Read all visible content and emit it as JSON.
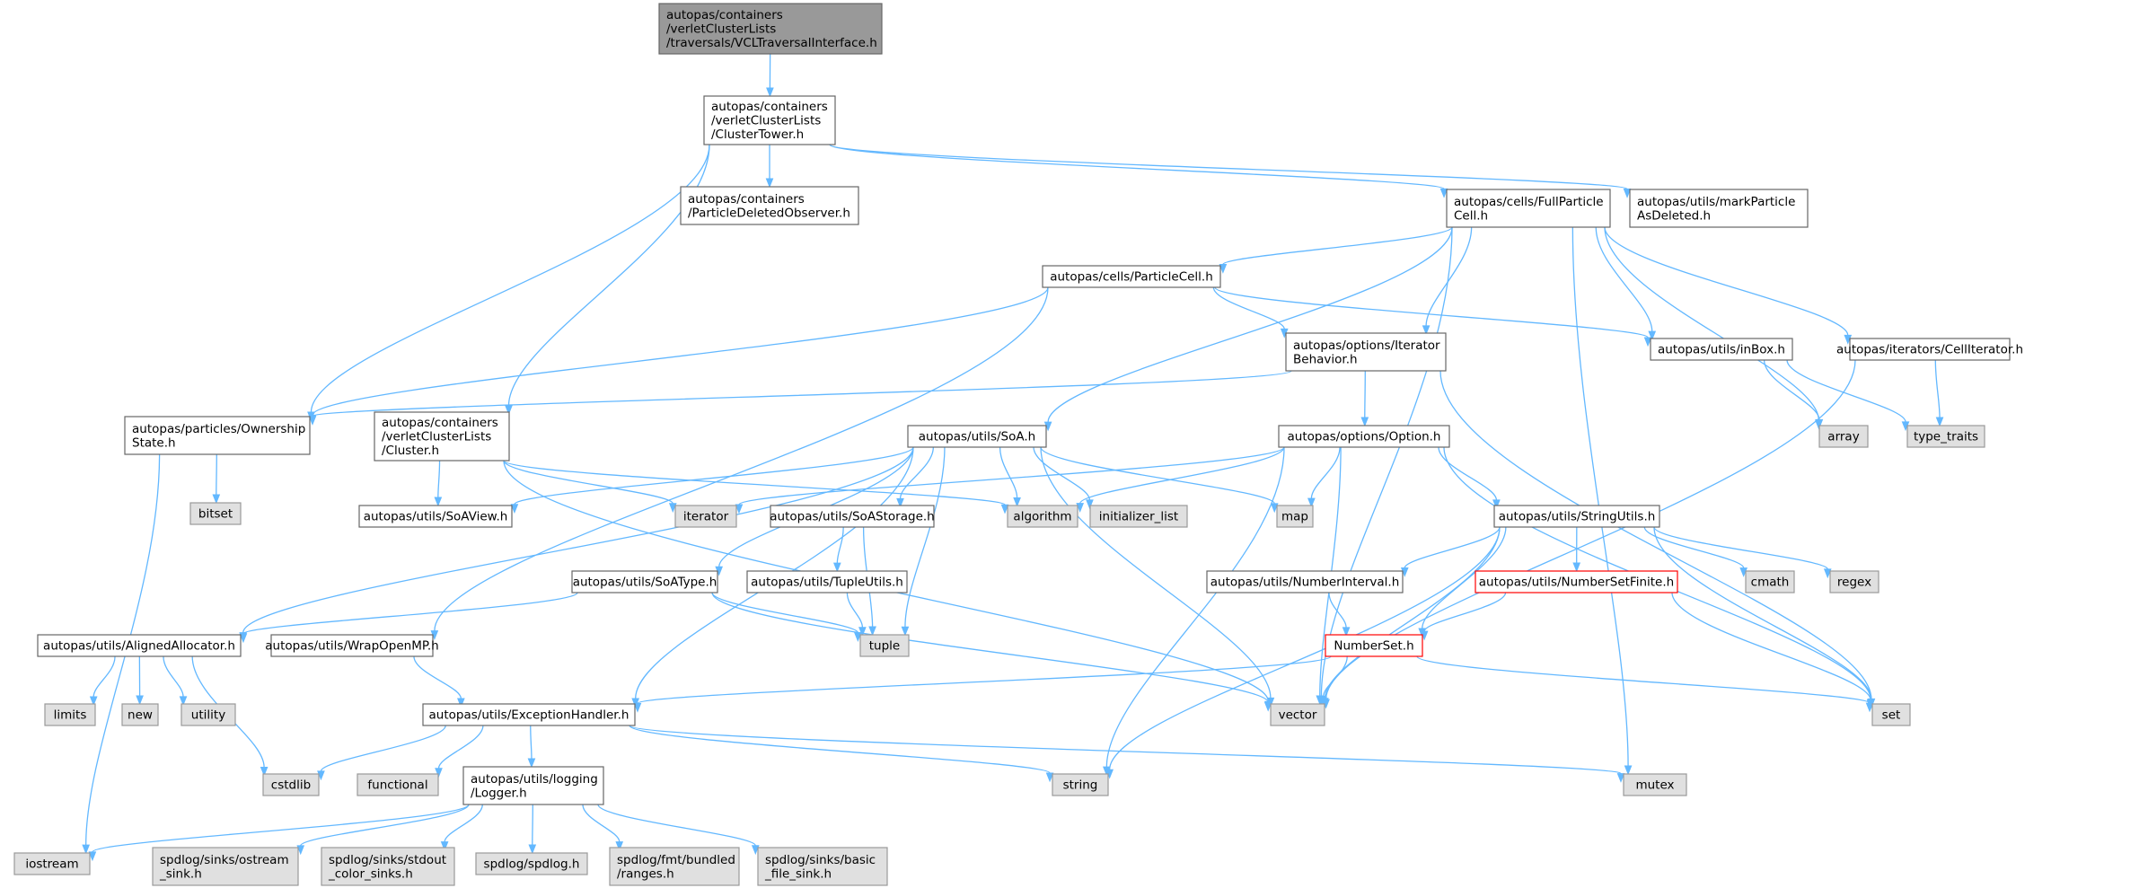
{
  "graph": {
    "colors": {
      "root_fill": "#999999",
      "root_stroke": "#666666",
      "header_fill": "#ffffff",
      "header_stroke": "#666666",
      "system_fill": "#e0e0e0",
      "system_stroke": "#999999",
      "truncated_stroke": "#ff0000",
      "edge": "#63b8ff"
    },
    "nodes": [
      {
        "id": "root",
        "kind": "root",
        "lines": [
          "autopas/containers",
          "/verletClusterLists",
          "/traversals/VCLTraversalInterface.h"
        ]
      },
      {
        "id": "clustertower",
        "kind": "header",
        "lines": [
          "autopas/containers",
          "/verletClusterLists",
          "/ClusterTower.h"
        ]
      },
      {
        "id": "pdo",
        "kind": "header",
        "lines": [
          "autopas/containers",
          "/ParticleDeletedObserver.h"
        ]
      },
      {
        "id": "fpc",
        "kind": "header",
        "lines": [
          "autopas/cells/FullParticle",
          "Cell.h"
        ]
      },
      {
        "id": "markdel",
        "kind": "header",
        "lines": [
          "autopas/utils/markParticle",
          "AsDeleted.h"
        ]
      },
      {
        "id": "particlecell",
        "kind": "header",
        "lines": [
          "autopas/cells/ParticleCell.h"
        ]
      },
      {
        "id": "iterbeh",
        "kind": "header",
        "lines": [
          "autopas/options/Iterator",
          "Behavior.h"
        ]
      },
      {
        "id": "inbox",
        "kind": "header",
        "lines": [
          "autopas/utils/inBox.h"
        ]
      },
      {
        "id": "celliter",
        "kind": "header",
        "lines": [
          "autopas/iterators/CellIterator.h"
        ]
      },
      {
        "id": "ownership",
        "kind": "header",
        "lines": [
          "autopas/particles/Ownership",
          "State.h"
        ]
      },
      {
        "id": "cluster",
        "kind": "header",
        "lines": [
          "autopas/containers",
          "/verletClusterLists",
          "/Cluster.h"
        ]
      },
      {
        "id": "soa",
        "kind": "header",
        "lines": [
          "autopas/utils/SoA.h"
        ]
      },
      {
        "id": "option",
        "kind": "header",
        "lines": [
          "autopas/options/Option.h"
        ]
      },
      {
        "id": "array",
        "kind": "system",
        "lines": [
          "array"
        ]
      },
      {
        "id": "type_traits",
        "kind": "system",
        "lines": [
          "type_traits"
        ]
      },
      {
        "id": "bitset",
        "kind": "system",
        "lines": [
          "bitset"
        ]
      },
      {
        "id": "soaview",
        "kind": "header",
        "lines": [
          "autopas/utils/SoAView.h"
        ]
      },
      {
        "id": "iterator",
        "kind": "system",
        "lines": [
          "iterator"
        ]
      },
      {
        "id": "soastorage",
        "kind": "header",
        "lines": [
          "autopas/utils/SoAStorage.h"
        ]
      },
      {
        "id": "algorithm",
        "kind": "system",
        "lines": [
          "algorithm"
        ]
      },
      {
        "id": "initlist",
        "kind": "system",
        "lines": [
          "initializer_list"
        ]
      },
      {
        "id": "map",
        "kind": "system",
        "lines": [
          "map"
        ]
      },
      {
        "id": "stringutils",
        "kind": "header",
        "lines": [
          "autopas/utils/StringUtils.h"
        ]
      },
      {
        "id": "soatype",
        "kind": "header",
        "lines": [
          "autopas/utils/SoAType.h"
        ]
      },
      {
        "id": "tupleutils",
        "kind": "header",
        "lines": [
          "autopas/utils/TupleUtils.h"
        ]
      },
      {
        "id": "numinterval",
        "kind": "header",
        "lines": [
          "autopas/utils/NumberInterval.h"
        ]
      },
      {
        "id": "numsetfinite",
        "kind": "truncated",
        "lines": [
          "autopas/utils/NumberSetFinite.h"
        ]
      },
      {
        "id": "cmath",
        "kind": "system",
        "lines": [
          "cmath"
        ]
      },
      {
        "id": "regex",
        "kind": "system",
        "lines": [
          "regex"
        ]
      },
      {
        "id": "tuple",
        "kind": "system",
        "lines": [
          "tuple"
        ]
      },
      {
        "id": "alignedalloc",
        "kind": "header",
        "lines": [
          "autopas/utils/AlignedAllocator.h"
        ]
      },
      {
        "id": "wrapomp",
        "kind": "header",
        "lines": [
          "autopas/utils/WrapOpenMP.h"
        ]
      },
      {
        "id": "numberset",
        "kind": "truncated",
        "lines": [
          "NumberSet.h"
        ]
      },
      {
        "id": "limits",
        "kind": "system",
        "lines": [
          "limits"
        ]
      },
      {
        "id": "new",
        "kind": "system",
        "lines": [
          "new"
        ]
      },
      {
        "id": "utility",
        "kind": "system",
        "lines": [
          "utility"
        ]
      },
      {
        "id": "exception",
        "kind": "header",
        "lines": [
          "autopas/utils/ExceptionHandler.h"
        ]
      },
      {
        "id": "vector",
        "kind": "system",
        "lines": [
          "vector"
        ]
      },
      {
        "id": "set",
        "kind": "system",
        "lines": [
          "set"
        ]
      },
      {
        "id": "cstdlib",
        "kind": "system",
        "lines": [
          "cstdlib"
        ]
      },
      {
        "id": "functional",
        "kind": "system",
        "lines": [
          "functional"
        ]
      },
      {
        "id": "logger",
        "kind": "header",
        "lines": [
          "autopas/utils/logging",
          "/Logger.h"
        ]
      },
      {
        "id": "string",
        "kind": "system",
        "lines": [
          "string"
        ]
      },
      {
        "id": "mutex",
        "kind": "system",
        "lines": [
          "mutex"
        ]
      },
      {
        "id": "iostream",
        "kind": "system",
        "lines": [
          "iostream"
        ]
      },
      {
        "id": "ostream_sink",
        "kind": "system",
        "lines": [
          "spdlog/sinks/ostream",
          "_sink.h"
        ]
      },
      {
        "id": "stdout_sinks",
        "kind": "system",
        "lines": [
          "spdlog/sinks/stdout",
          "_color_sinks.h"
        ]
      },
      {
        "id": "spdlog",
        "kind": "system",
        "lines": [
          "spdlog/spdlog.h"
        ]
      },
      {
        "id": "ranges",
        "kind": "system",
        "lines": [
          "spdlog/fmt/bundled",
          "/ranges.h"
        ]
      },
      {
        "id": "basic_sink",
        "kind": "system",
        "lines": [
          "spdlog/sinks/basic",
          "_file_sink.h"
        ]
      }
    ],
    "edges": [
      [
        "root",
        "clustertower"
      ],
      [
        "clustertower",
        "pdo"
      ],
      [
        "clustertower",
        "fpc"
      ],
      [
        "clustertower",
        "markdel"
      ],
      [
        "clustertower",
        "ownership"
      ],
      [
        "clustertower",
        "cluster"
      ],
      [
        "fpc",
        "particlecell"
      ],
      [
        "fpc",
        "iterbeh"
      ],
      [
        "fpc",
        "inbox"
      ],
      [
        "fpc",
        "celliter"
      ],
      [
        "fpc",
        "soa"
      ],
      [
        "fpc",
        "array"
      ],
      [
        "fpc",
        "vector"
      ],
      [
        "fpc",
        "mutex"
      ],
      [
        "particlecell",
        "ownership"
      ],
      [
        "particlecell",
        "iterbeh"
      ],
      [
        "particlecell",
        "inbox"
      ],
      [
        "particlecell",
        "wrapomp"
      ],
      [
        "iterbeh",
        "ownership"
      ],
      [
        "iterbeh",
        "option"
      ],
      [
        "iterbeh",
        "set"
      ],
      [
        "inbox",
        "array"
      ],
      [
        "inbox",
        "type_traits"
      ],
      [
        "celliter",
        "type_traits"
      ],
      [
        "celliter",
        "vector"
      ],
      [
        "ownership",
        "bitset"
      ],
      [
        "ownership",
        "iostream"
      ],
      [
        "cluster",
        "soaview"
      ],
      [
        "cluster",
        "iterator"
      ],
      [
        "cluster",
        "algorithm"
      ],
      [
        "cluster",
        "vector"
      ],
      [
        "soa",
        "soaview"
      ],
      [
        "soa",
        "soastorage"
      ],
      [
        "soa",
        "soatype"
      ],
      [
        "soa",
        "algorithm"
      ],
      [
        "soa",
        "initlist"
      ],
      [
        "soa",
        "map"
      ],
      [
        "soa",
        "tuple"
      ],
      [
        "soa",
        "vector"
      ],
      [
        "soa",
        "alignedalloc"
      ],
      [
        "soa",
        "exception"
      ],
      [
        "option",
        "iterator"
      ],
      [
        "option",
        "algorithm"
      ],
      [
        "option",
        "map"
      ],
      [
        "option",
        "stringutils"
      ],
      [
        "option",
        "set"
      ],
      [
        "option",
        "string"
      ],
      [
        "option",
        "vector"
      ],
      [
        "soastorage",
        "tupleutils"
      ],
      [
        "soastorage",
        "tuple"
      ],
      [
        "tupleutils",
        "tuple"
      ],
      [
        "soatype",
        "tuple"
      ],
      [
        "soatype",
        "vector"
      ],
      [
        "soatype",
        "alignedalloc"
      ],
      [
        "stringutils",
        "numinterval"
      ],
      [
        "stringutils",
        "numsetfinite"
      ],
      [
        "stringutils",
        "cmath"
      ],
      [
        "stringutils",
        "regex"
      ],
      [
        "stringutils",
        "numberset"
      ],
      [
        "stringutils",
        "vector"
      ],
      [
        "stringutils",
        "set"
      ],
      [
        "stringutils",
        "string"
      ],
      [
        "numinterval",
        "numberset"
      ],
      [
        "numsetfinite",
        "numberset"
      ],
      [
        "numsetfinite",
        "set"
      ],
      [
        "numberset",
        "vector"
      ],
      [
        "numberset",
        "set"
      ],
      [
        "numberset",
        "exception"
      ],
      [
        "alignedalloc",
        "limits"
      ],
      [
        "alignedalloc",
        "new"
      ],
      [
        "alignedalloc",
        "utility"
      ],
      [
        "alignedalloc",
        "cstdlib"
      ],
      [
        "wrapomp",
        "exception"
      ],
      [
        "exception",
        "cstdlib"
      ],
      [
        "exception",
        "functional"
      ],
      [
        "exception",
        "logger"
      ],
      [
        "exception",
        "string"
      ],
      [
        "exception",
        "mutex"
      ],
      [
        "logger",
        "iostream"
      ],
      [
        "logger",
        "ostream_sink"
      ],
      [
        "logger",
        "stdout_sinks"
      ],
      [
        "logger",
        "spdlog"
      ],
      [
        "logger",
        "ranges"
      ],
      [
        "logger",
        "basic_sink"
      ]
    ]
  }
}
